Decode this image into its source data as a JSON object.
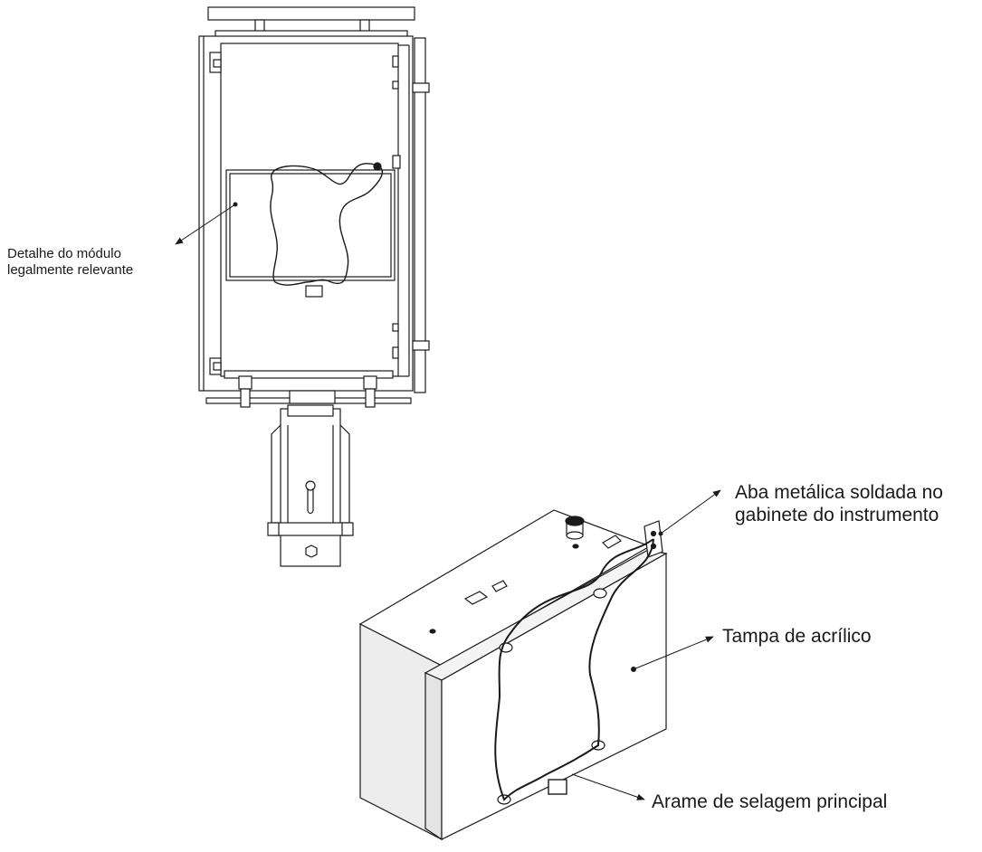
{
  "callouts": {
    "module_detail": {
      "line1": "Detalhe do módulo",
      "line2": "legalmente relevante"
    },
    "metal_tab": {
      "line1": "Aba metálica soldada no",
      "line2": "gabinete do instrumento"
    },
    "acrylic_cover": {
      "text": "Tampa de acrílico"
    },
    "seal_wire": {
      "text": "Arame de selagem principal"
    }
  },
  "colors": {
    "line": "#1a1a1a",
    "background": "#ffffff",
    "shade": "#e8e8e8"
  }
}
